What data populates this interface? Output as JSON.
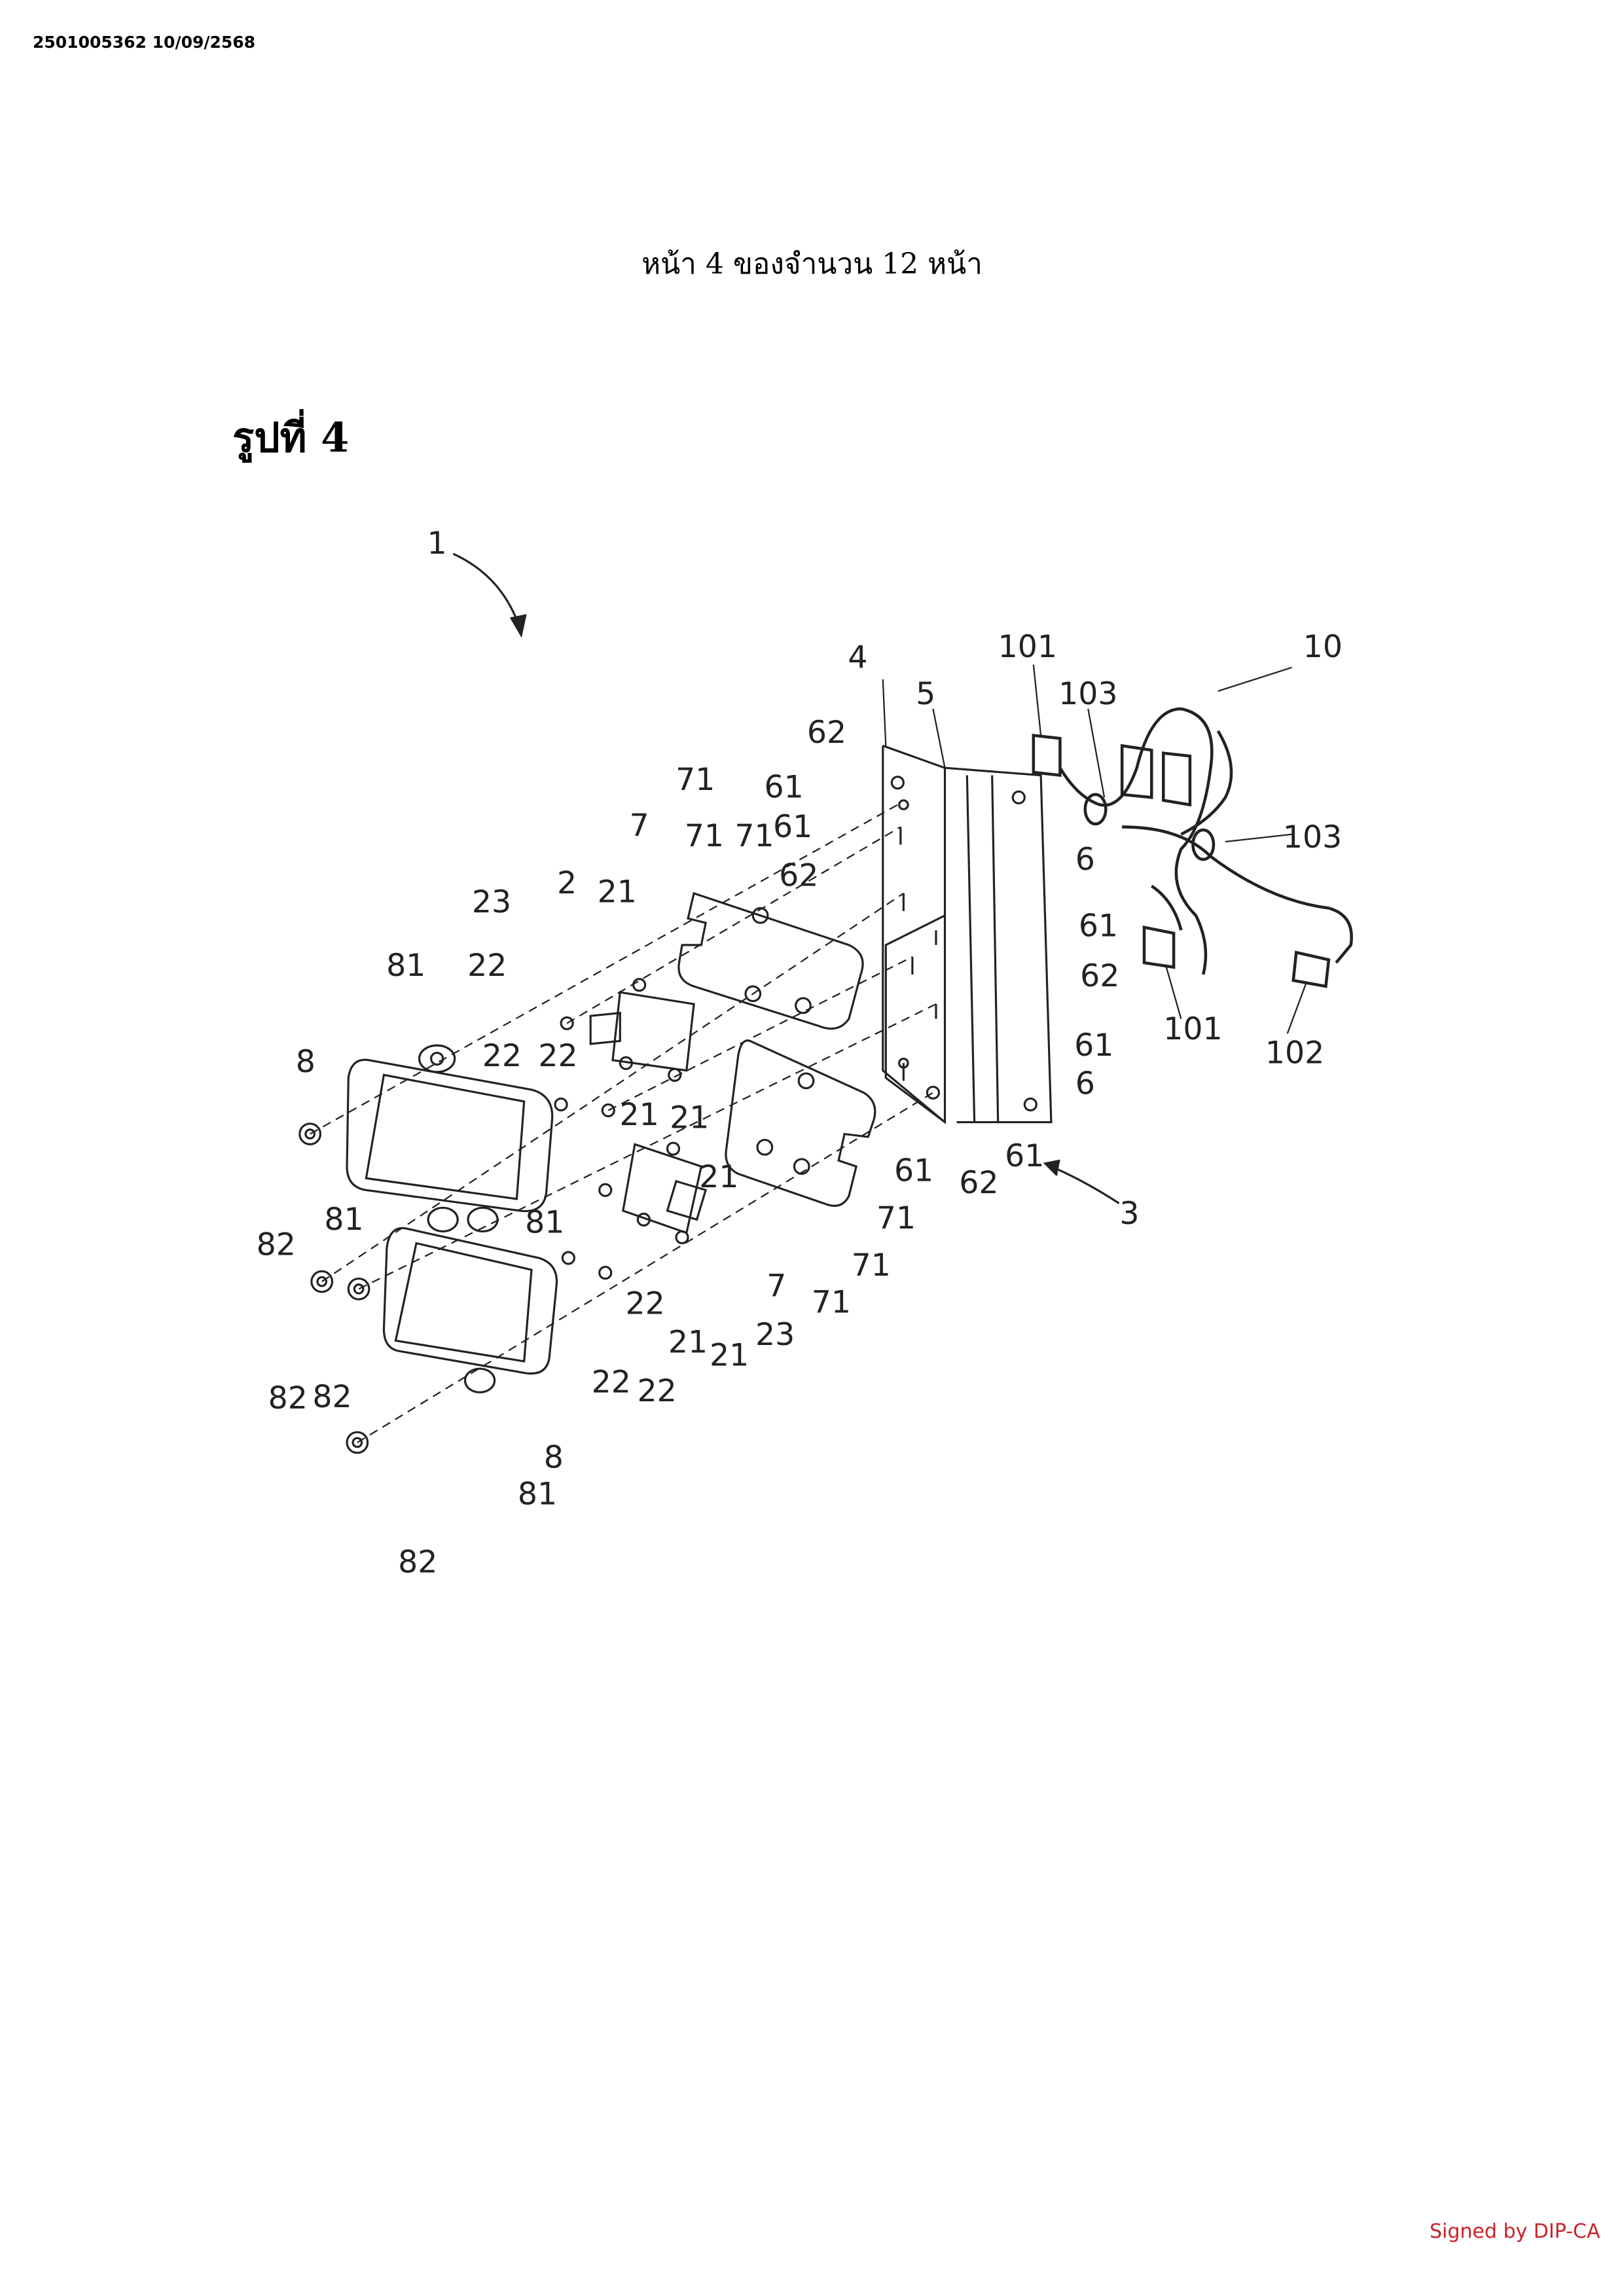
{
  "header": {
    "document_stamp": "2501005362 10/09/2568"
  },
  "page_number": "หน้า 4 ของจำนวน 12 หน้า",
  "figure_title": "รูปที่ 4",
  "signature": "Signed by DIP-CA",
  "reference_numerals": [
    "1",
    "4",
    "5",
    "101",
    "10",
    "103",
    "62",
    "71",
    "61",
    "103",
    "7",
    "71",
    "71",
    "61",
    "6",
    "23",
    "2",
    "21",
    "62",
    "61",
    "81",
    "22",
    "62",
    "8",
    "22",
    "22",
    "21",
    "21",
    "101",
    "102",
    "61",
    "6",
    "21",
    "61",
    "62",
    "61",
    "3",
    "71",
    "81",
    "81",
    "82",
    "71",
    "7",
    "71",
    "22",
    "21",
    "21",
    "23",
    "22",
    "22",
    "82",
    "82",
    "8",
    "81",
    "82"
  ]
}
